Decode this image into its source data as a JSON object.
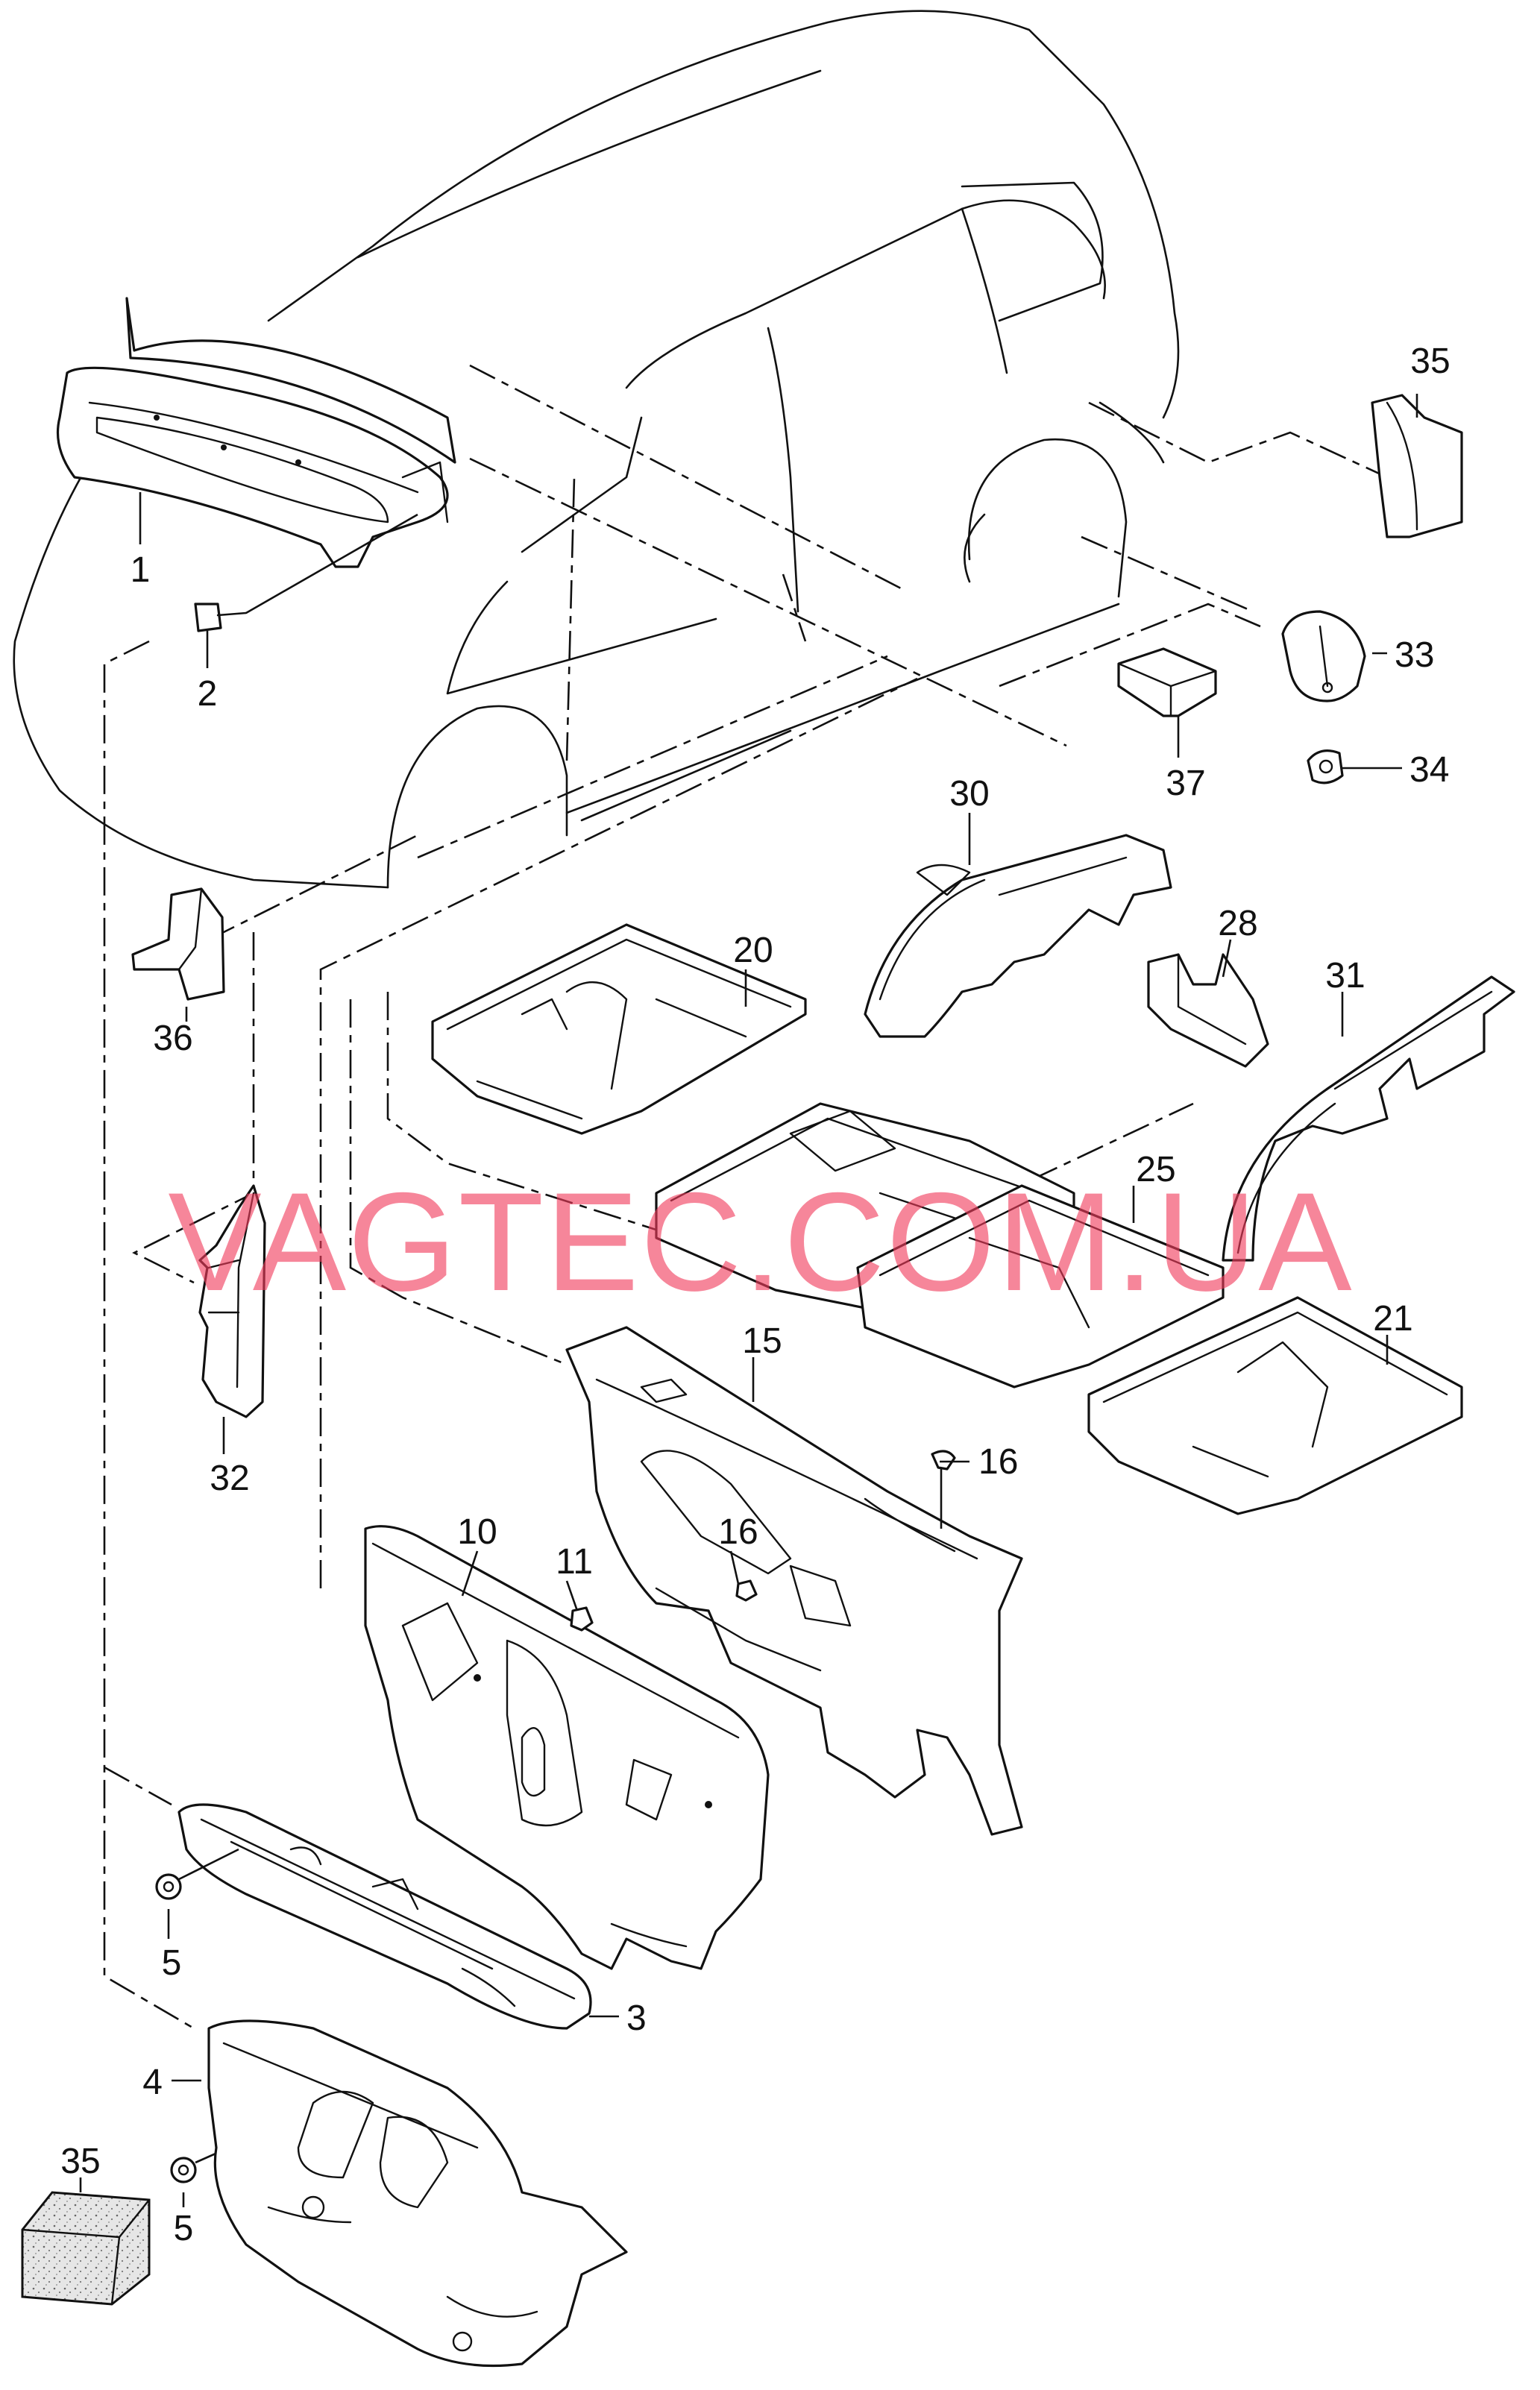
{
  "watermark": "VAGTEC.COM.UA",
  "accent_color": "#f03c5c",
  "labels": {
    "p1": "1",
    "p2": "2",
    "p3": "3",
    "p4": "4",
    "p5a": "5",
    "p5b": "5",
    "p10": "10",
    "p11": "11",
    "p15": "15",
    "p16a": "16",
    "p16b": "16",
    "p20": "20",
    "p21": "21",
    "p25": "25",
    "p28": "28",
    "p30": "30",
    "p31": "31",
    "p32": "32",
    "p33": "33",
    "p34": "34",
    "p35a": "35",
    "p35b": "35",
    "p36": "36",
    "p37": "37"
  }
}
